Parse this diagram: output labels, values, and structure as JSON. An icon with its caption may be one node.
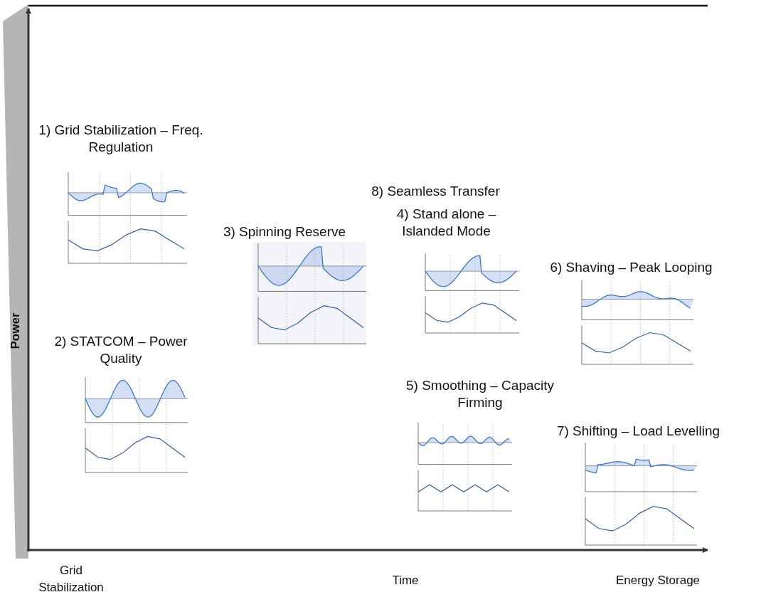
{
  "diagram": {
    "labels": [
      "1) Grid Stabilization – Freq. Regulation",
      "8) Seamless Transfer",
      "4) Stand alone – Islanded Mode",
      "3) Spinning Reserve",
      "6) Shaving – Peak Looping",
      "2) STATCOM – Power Quality",
      "5) Smoothing – Capacity Firming",
      "7) Shifting – Load Levelling",
      "Power",
      "Grid Stabilization",
      "Time",
      "Energy Storage"
    ]
  }
}
